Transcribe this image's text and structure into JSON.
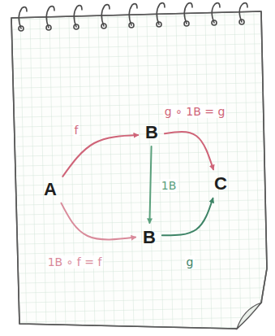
{
  "diagram": {
    "nodes": [
      {
        "text": [
          "A"
        ]
      },
      {
        "text": [
          "B"
        ]
      },
      {
        "text": [
          "B"
        ]
      },
      {
        "text": [
          "C"
        ]
      }
    ],
    "edges": [
      {
        "from": 0,
        "to": 1,
        "label": "f",
        "arrow": "to"
      },
      {
        "from": 1,
        "to": 3,
        "label": "g ∘ 1B = g",
        "arrow": "to"
      },
      {
        "from": 1,
        "to": 2,
        "label": "1B",
        "arrow": "to"
      },
      {
        "from": 0,
        "to": 2,
        "label": "1B ∘ f = f",
        "arrow": "to"
      },
      {
        "from": 2,
        "to": 3,
        "label": "g",
        "arrow": "to"
      }
    ]
  }
}
